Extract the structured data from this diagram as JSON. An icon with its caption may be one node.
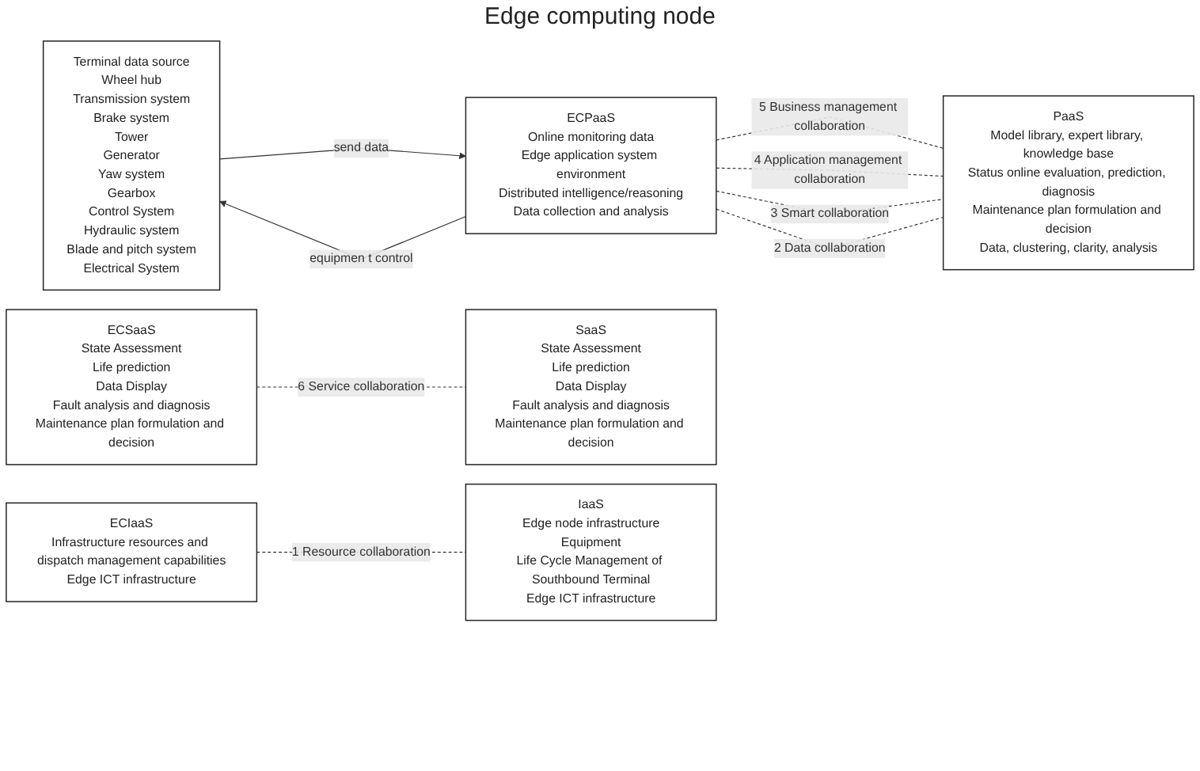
{
  "diagram": {
    "nodes": [
      {
        "text": [
          "Terminal data source",
          "Wheel hub",
          "Transmission system",
          "Brake system",
          "Tower",
          "Generator",
          "Yaw system",
          "Gearbox",
          "Control System",
          "Hydraulic system",
          "Blade and pitch system",
          "Electrical System"
        ]
      },
      {
        "text": [
          "ECSaaS",
          "State Assessment",
          "Life prediction",
          "Data Display",
          "Fault analysis and diagnosis",
          "Maintenance plan formulation and decision"
        ]
      },
      {
        "text": [
          "ECPaaS",
          "Online monitoring data",
          "Edge application system environment",
          "Distributed intelligence/reasoning",
          "Data collection and analysis"
        ]
      },
      {
        "text": [
          "ECIaaS",
          "Infrastructure resources and dispatch management capabilities",
          "Edge ICT infrastructure"
        ]
      },
      {
        "text": [
          "SaaS",
          "State Assessment",
          "Life prediction",
          "Data Display",
          "Fault analysis and diagnosis",
          "Maintenance plan formulation and decision"
        ]
      },
      {
        "text": [
          "PaaS",
          "Model library, expert library, knowledge base",
          "Status online evaluation, prediction, diagnosis",
          "Maintenance plan formulation and decision",
          "Data, clustering, clarity, analysis"
        ]
      },
      {
        "text": [
          "IaaS",
          "Edge node infrastructure",
          "Equipment",
          "Life Cycle Management of Southbound Terminal",
          "Edge ICT infrastructure"
        ]
      }
    ],
    "edges": [
      {
        "from": 0,
        "to": 2,
        "arrow": "to",
        "label": "send data"
      },
      {
        "from": 2,
        "to": 0,
        "arrow": "to",
        "label": "equipmen t control"
      },
      {
        "from": 1,
        "to": 4,
        "arrow": "none",
        "style": "dashed",
        "label": "6 Service collaboration"
      },
      {
        "from": 2,
        "to": 5,
        "arrow": "none",
        "style": "dashed",
        "label": "5 Business management collaboration"
      },
      {
        "from": 2,
        "to": 5,
        "arrow": "none",
        "style": "dashed",
        "label": "4 Application management collaboration"
      },
      {
        "from": 2,
        "to": 5,
        "arrow": "none",
        "style": "dashed",
        "label": "3 Smart collaboration"
      },
      {
        "from": 2,
        "to": 5,
        "arrow": "none",
        "style": "dashed",
        "label": "2 Data collaboration"
      },
      {
        "from": 3,
        "to": 6,
        "arrow": "none",
        "style": "dashed",
        "label": "1 Resource collaboration"
      }
    ],
    "labels": [
      "Edge computing node"
    ]
  }
}
